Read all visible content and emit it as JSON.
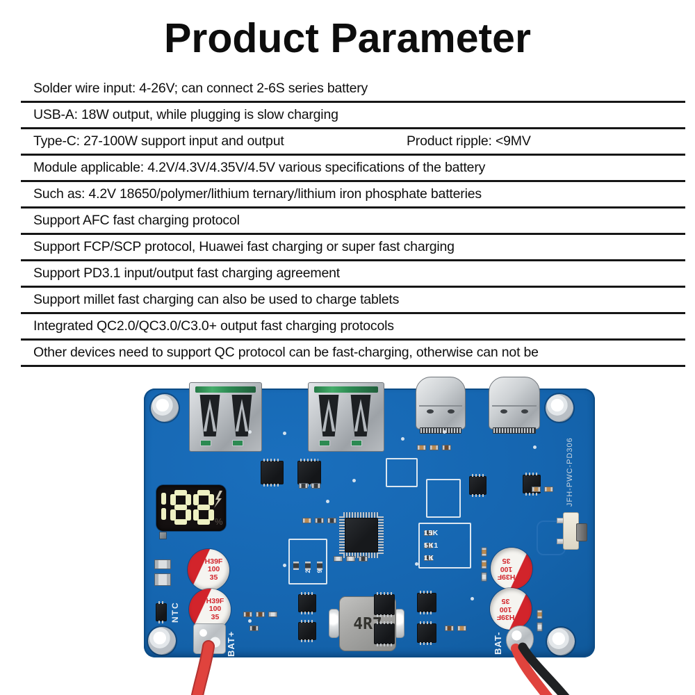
{
  "title": "Product Parameter",
  "table": {
    "rows": [
      {
        "text": "Solder wire input: 4-26V; can connect 2-6S series battery"
      },
      {
        "text": "USB-A: 18W output, while plugging is slow charging"
      },
      {
        "text": "Type-C: 27-100W support input and output",
        "right_text": "Product ripple: <9MV"
      },
      {
        "text": "Module applicable: 4.2V/4.3V/4.35V/4.5V various specifications of the battery"
      },
      {
        "text": "Such as: 4.2V 18650/polymer/lithium ternary/lithium iron phosphate batteries"
      },
      {
        "text": "Support AFC fast charging protocol"
      },
      {
        "text": "Support FCP/SCP protocol, Huawei fast charging or super fast charging"
      },
      {
        "text": "Support PD3.1 input/output fast charging agreement"
      },
      {
        "text": "Support millet fast charging can also be used to charge tablets"
      },
      {
        "text": "Integrated QC2.0/QC3.0/C3.0+ output fast charging protocols"
      },
      {
        "text": "Other devices need to support QC protocol can be fast-charging, otherwise can not be"
      }
    ]
  },
  "pcb": {
    "colors": {
      "board_blue": "#1565af",
      "capacitor_red": "#d2242b",
      "wire_red": "#e0433d",
      "display_digit": "#eef0c2"
    },
    "silkscreen_id": "JFH-PWC-PD306",
    "display": {
      "value": "188",
      "percent_symbol": "%",
      "icon": "lightning-icon"
    },
    "inductor_label": "4R7",
    "capacitor": {
      "lines": [
        "H39F",
        "100",
        "35"
      ]
    },
    "labels": {
      "ntc": "NTC",
      "bat_plus": "BAT+",
      "bat_minus": "BAT-"
    },
    "resistor_labels_box": [
      "15K",
      "5K1",
      "1K"
    ],
    "resistor_labels_vertical": [
      "0R",
      "24K",
      "9K1"
    ]
  }
}
